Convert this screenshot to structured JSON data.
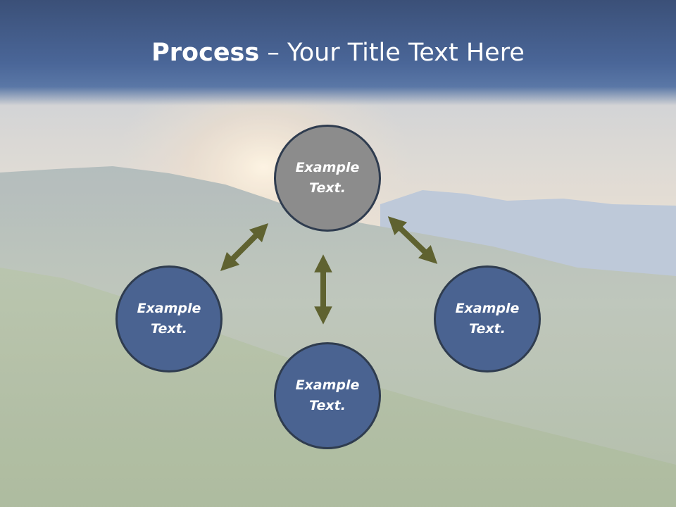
{
  "title": {
    "bold": "Process",
    "rest": " – Your Title Text Here"
  },
  "nodes": {
    "top": "Example Text.",
    "left": "Example Text.",
    "right": "Example Text.",
    "bottom": "Example Text."
  },
  "colors": {
    "title_band": "#4a6698",
    "node_blue": "#4a6391",
    "node_gray": "#8c8c8c",
    "node_border": "#2f3c4f",
    "arrow": "#5f6230"
  }
}
